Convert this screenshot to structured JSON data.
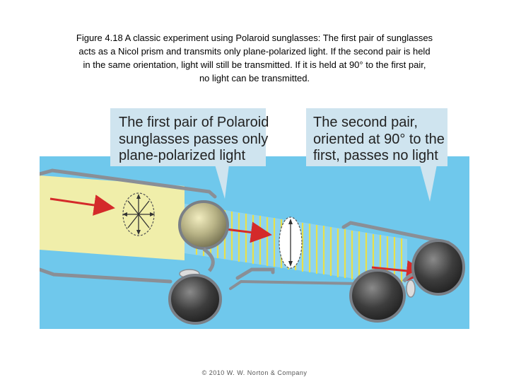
{
  "caption": {
    "line1": "Figure 4.18   A classic experiment using Polaroid sunglasses: The first pair of sunglasses",
    "line2": "acts as a Nicol prism and transmits only plane-polarized light. If the second pair is held",
    "line3": "in the same orientation, light will still be transmitted. If it is held at 90° to the first pair,",
    "line4": "no light can be transmitted."
  },
  "callout_left": {
    "line1": "The first pair of Polaroid",
    "line2": "sunglasses passes only",
    "line3": "plane-polarized light"
  },
  "callout_right": {
    "line1": "The second pair,",
    "line2": "oriented at 90° to the",
    "line3": "first, passes no light"
  },
  "copyright": "© 2010 W. W. Norton & Company",
  "colors": {
    "background_blue": "#6fc8ec",
    "light_beam": "#f7f0a6",
    "polarized_lines": "#e8e04a",
    "callout_fill": "#cfe4ef",
    "arrow_red": "#d42a2a",
    "frame_gray": "#8a8f96",
    "lens_dark": "#3a3a3a"
  }
}
